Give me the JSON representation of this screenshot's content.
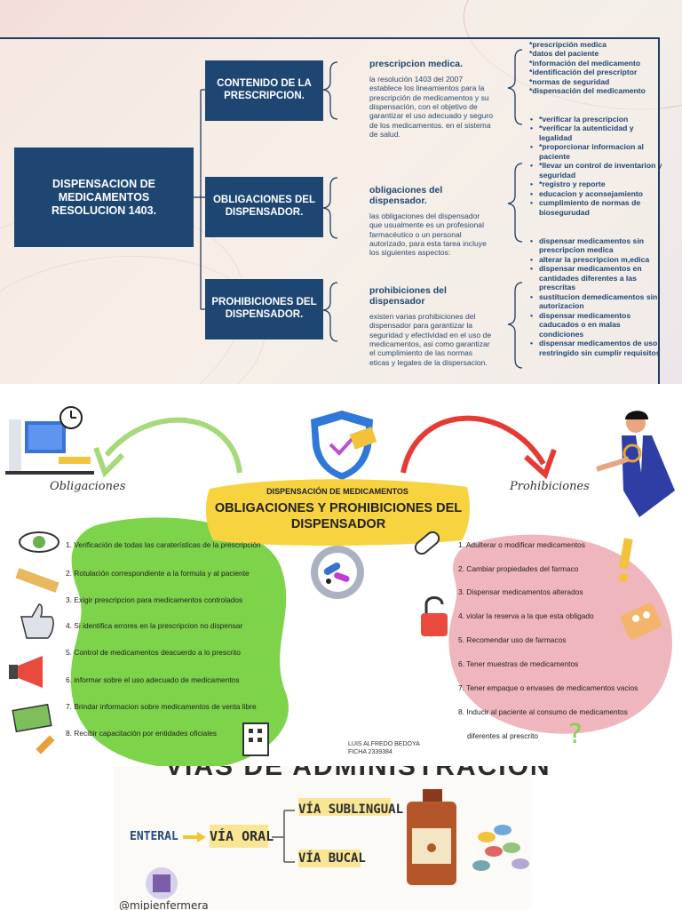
{
  "concept_map": {
    "main_title": "DISPENSACION DE MEDICAMENTOS RESOLUCION 1403.",
    "categories": [
      {
        "label": "CONTENIDO DE LA PRESCRIPCION.",
        "heading": "prescripcion medica.",
        "text": "la resolución 1403 del 2007 establece los lineamientos para la prescripción de medicamentos y su dispensación, con el objetivo de garantizar el uso adecuado y seguro de los medicamentos. en el sistema de salud."
      },
      {
        "label": "OBLIGACIONES DEL DISPENSADOR.",
        "heading": "obligaciones del dispensador.",
        "text": "las obligaciones del dispensador que usualmente es un profesional farmacéutico o un personal autorizado, para esta tarea incluye los siguientes aspectos:"
      },
      {
        "label": "PROHIBICIONES DEL DISPENSADOR.",
        "heading": "prohibiciones del dispensador",
        "text": "existen varias prohibiciones del dispensador para garantizar la seguridad y efectividad en el uso de medicamentos, asi como garantizar el cumplimiento de las normas eticas y legales de la dispersacion."
      }
    ],
    "list_contenido": [
      "*prescripción medica",
      "*datos del paciente",
      "*información del medicamento",
      "*identificación del prescriptor",
      "*normas de seguridad",
      "*dispensación del medicamento"
    ],
    "list_obligaciones": [
      "*verificar la prescripcion",
      "*verificar la autenticidad y legalidad",
      "*proporcionar informacion al paciente",
      "*llevar un control de inventarion y seguridad",
      "*registro y reporte",
      "educacion y aconsejamiento",
      "cumplimiento de normas  de biosegurudad"
    ],
    "list_prohibiciones": [
      "dispensar medicamentos sin prescripcion medica",
      "alterar la prescripcion m,edica",
      "dispensar medicamentos en cantidades diferentes a las prescritas",
      "sustitucion demedicamentos sin autorizacion",
      "dispensar medicamentos caducados o en malas condiciones",
      "dispensar medicamentos de uso restringido sin cumplir requisitos"
    ]
  },
  "infographic": {
    "title_small": "DISPENSACIÓN DE MEDICAMENTOS",
    "title_big": "OBLIGACIONES Y PROHIBICIONES DEL DISPENSADOR",
    "label_obligaciones": "Obligaciones",
    "label_prohibiciones": "Prohibiciones",
    "obligaciones": [
      "1. Verificación de todas las caraterísticas de la prescripción",
      "2. Rotulación correspondiente a la formula y al paciente",
      "3. Exigir prescripcion para medicamentos controlados",
      "4. Si identifica errores en la prescripcion no dispensar",
      "5. Control de medicamentos deacuerdo a lo prescrito",
      "6. informar  sobre el uso adecuado de medicamentos",
      "7. Brindar informacion sobre medicamentos de venta libre",
      "8. Recibir capacitación por entidades oficiales"
    ],
    "prohibiciones": [
      "1. Adulterar o modificar medicamentos",
      "2. Cambiar propiedades del farmaco",
      "3. Dispensar medicamentos alterados",
      "4. violar la reserva a la que esta obligado",
      "5. Recomendar uso de farmacos",
      "6. Tener muestras de medicamentos",
      "7. Tener  empaque o envases de medicamentos  vacios",
      "8. Inducir al paciente al consumo de medicamentos",
      "diferentes al prescrito"
    ],
    "author_name": "LUIS ALFREDO BEDOYA",
    "author_ficha": "FICHA  2339384",
    "colors": {
      "green_blob": "#7dd34a",
      "pink_blob": "#f0b6bd",
      "yellow_banner": "#f7d33f",
      "arrow_green": "#a6d97a",
      "arrow_red": "#e53b35"
    }
  },
  "vias": {
    "title": "VÍAS DE ADMINISTRACIÓN",
    "enteral": "ENTERAL",
    "via_oral": "VÍA ORAL",
    "via_sublingual": "VÍA SUBLINGUAL",
    "via_bucal": "VÍA BUCAL",
    "handle": "@mipienfermera"
  },
  "colors": {
    "navy": "#1d4672",
    "frame": "#1f3d63"
  }
}
